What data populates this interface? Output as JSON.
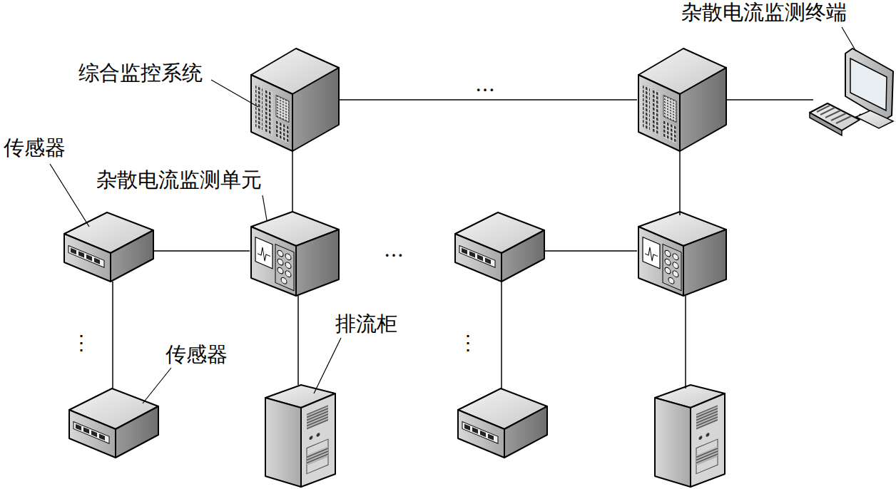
{
  "diagram": {
    "nodes": [
      {
        "text": [
          "杂散电流监测终端"
        ]
      },
      {
        "text": [
          "综合监控系统"
        ]
      },
      {
        "text": [
          "传感器"
        ]
      },
      {
        "text": [
          "杂散电流监测单元"
        ]
      },
      {
        "text": [
          "排流柜"
        ]
      },
      {
        "text": [
          "传感器"
        ]
      }
    ],
    "edges": [
      {
        "from": 1,
        "to": 3,
        "arrow": "none"
      },
      {
        "from": 2,
        "to": 3,
        "arrow": "none"
      },
      {
        "from": 2,
        "to": 5,
        "arrow": "none"
      },
      {
        "from": 3,
        "to": 4,
        "arrow": "none"
      }
    ],
    "labels": [
      "…",
      "…",
      "⋮",
      "⋮"
    ]
  }
}
